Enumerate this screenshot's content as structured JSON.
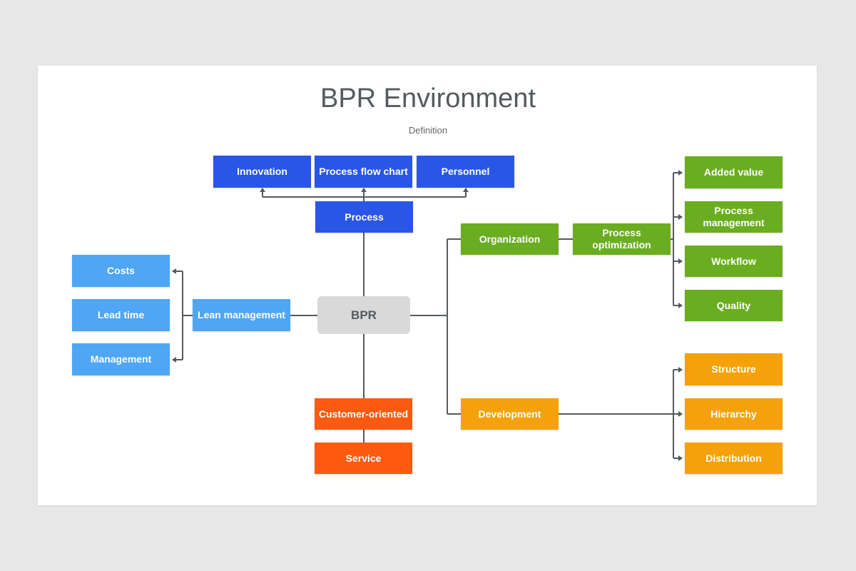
{
  "title": "BPR Environment",
  "subtitle": "Definition",
  "nodes": {
    "innovation": "Innovation",
    "process_flow_chart": "Process flow chart",
    "personnel": "Personnel",
    "process": "Process",
    "bpr": "BPR",
    "costs": "Costs",
    "lead_time": "Lead time",
    "management": "Management",
    "lean_management": "Lean management",
    "customer_oriented": "Customer-oriented",
    "service": "Service",
    "organization": "Organization",
    "process_optimization": "Process optimization",
    "added_value": "Added value",
    "process_management": "Process management",
    "workflow": "Workflow",
    "quality": "Quality",
    "development": "Development",
    "structure": "Structure",
    "hierarchy": "Hierarchy",
    "distribution": "Distribution"
  },
  "colors": {
    "dark_blue": "#2a56e6",
    "light_blue": "#4ea6f5",
    "green": "#6aad20",
    "orange": "#f5a20a",
    "red_orange": "#fb5a0f",
    "center_gray": "#d9d9d9",
    "connector": "#555a5e"
  }
}
